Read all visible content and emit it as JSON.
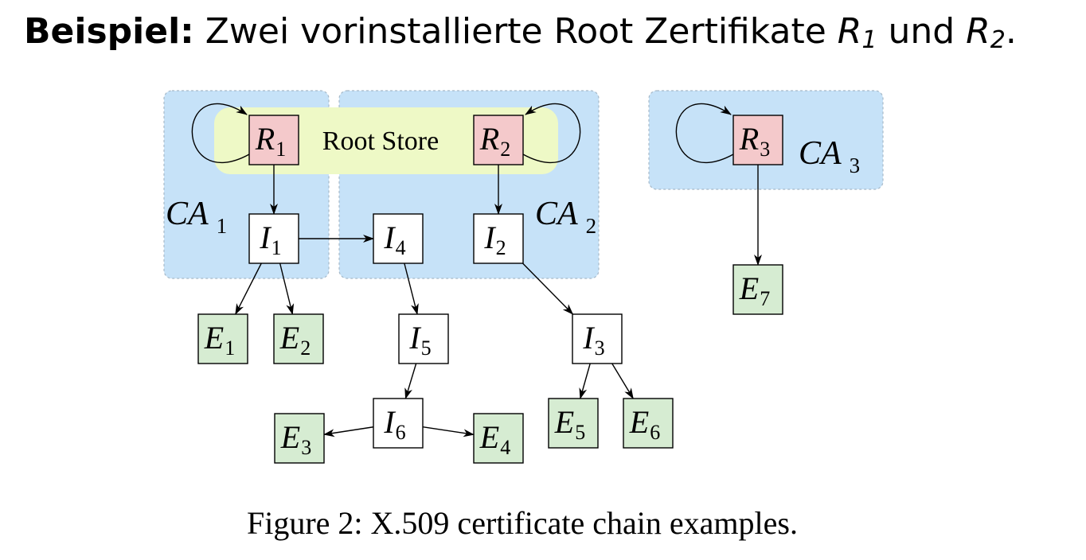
{
  "heading": {
    "lead": "Beispiel:",
    "text": "Zwei vorinstallierte Root Zertifikate",
    "first_cert": {
      "base": "R",
      "sub": "1"
    },
    "joiner": "und",
    "second_cert": {
      "base": "R",
      "sub": "2"
    },
    "end": "."
  },
  "diagram": {
    "root_store_label": "Root Store",
    "colors": {
      "ca_region": "#c6e2f8",
      "ca_region_border": "#a7b9c8",
      "root_store": "#eef9c6",
      "root_fill": "#f4c9cb",
      "intermediate_fill": "#ffffff",
      "end_entity_fill": "#d6ecd2",
      "stroke": "#000000"
    },
    "cas": [
      {
        "id": "ca1",
        "base": "CA",
        "sub": "1"
      },
      {
        "id": "ca2",
        "base": "CA",
        "sub": "2"
      },
      {
        "id": "ca3",
        "base": "CA",
        "sub": "3"
      }
    ],
    "nodes": [
      {
        "id": "R1",
        "kind": "root",
        "base": "R",
        "sub": "1"
      },
      {
        "id": "R2",
        "kind": "root",
        "base": "R",
        "sub": "2"
      },
      {
        "id": "R3",
        "kind": "root",
        "base": "R",
        "sub": "3"
      },
      {
        "id": "I1",
        "kind": "intermediate",
        "base": "I",
        "sub": "1"
      },
      {
        "id": "I2",
        "kind": "intermediate",
        "base": "I",
        "sub": "2"
      },
      {
        "id": "I3",
        "kind": "intermediate",
        "base": "I",
        "sub": "3"
      },
      {
        "id": "I4",
        "kind": "intermediate",
        "base": "I",
        "sub": "4"
      },
      {
        "id": "I5",
        "kind": "intermediate",
        "base": "I",
        "sub": "5"
      },
      {
        "id": "I6",
        "kind": "intermediate",
        "base": "I",
        "sub": "6"
      },
      {
        "id": "E1",
        "kind": "end-entity",
        "base": "E",
        "sub": "1"
      },
      {
        "id": "E2",
        "kind": "end-entity",
        "base": "E",
        "sub": "2"
      },
      {
        "id": "E3",
        "kind": "end-entity",
        "base": "E",
        "sub": "3"
      },
      {
        "id": "E4",
        "kind": "end-entity",
        "base": "E",
        "sub": "4"
      },
      {
        "id": "E5",
        "kind": "end-entity",
        "base": "E",
        "sub": "5"
      },
      {
        "id": "E6",
        "kind": "end-entity",
        "base": "E",
        "sub": "6"
      },
      {
        "id": "E7",
        "kind": "end-entity",
        "base": "E",
        "sub": "7"
      }
    ],
    "edges": [
      {
        "from": "R1",
        "to": "R1",
        "self": true
      },
      {
        "from": "R2",
        "to": "R2",
        "self": true
      },
      {
        "from": "R3",
        "to": "R3",
        "self": true
      },
      {
        "from": "R1",
        "to": "I1"
      },
      {
        "from": "R2",
        "to": "I2"
      },
      {
        "from": "R3",
        "to": "E7"
      },
      {
        "from": "I1",
        "to": "I4"
      },
      {
        "from": "I1",
        "to": "E1"
      },
      {
        "from": "I1",
        "to": "E2"
      },
      {
        "from": "I4",
        "to": "I5"
      },
      {
        "from": "I5",
        "to": "I6"
      },
      {
        "from": "I6",
        "to": "E3"
      },
      {
        "from": "I6",
        "to": "E4"
      },
      {
        "from": "I2",
        "to": "I3"
      },
      {
        "from": "I3",
        "to": "E5"
      },
      {
        "from": "I3",
        "to": "E6"
      }
    ]
  },
  "caption": "Figure 2: X.509 certificate chain examples."
}
